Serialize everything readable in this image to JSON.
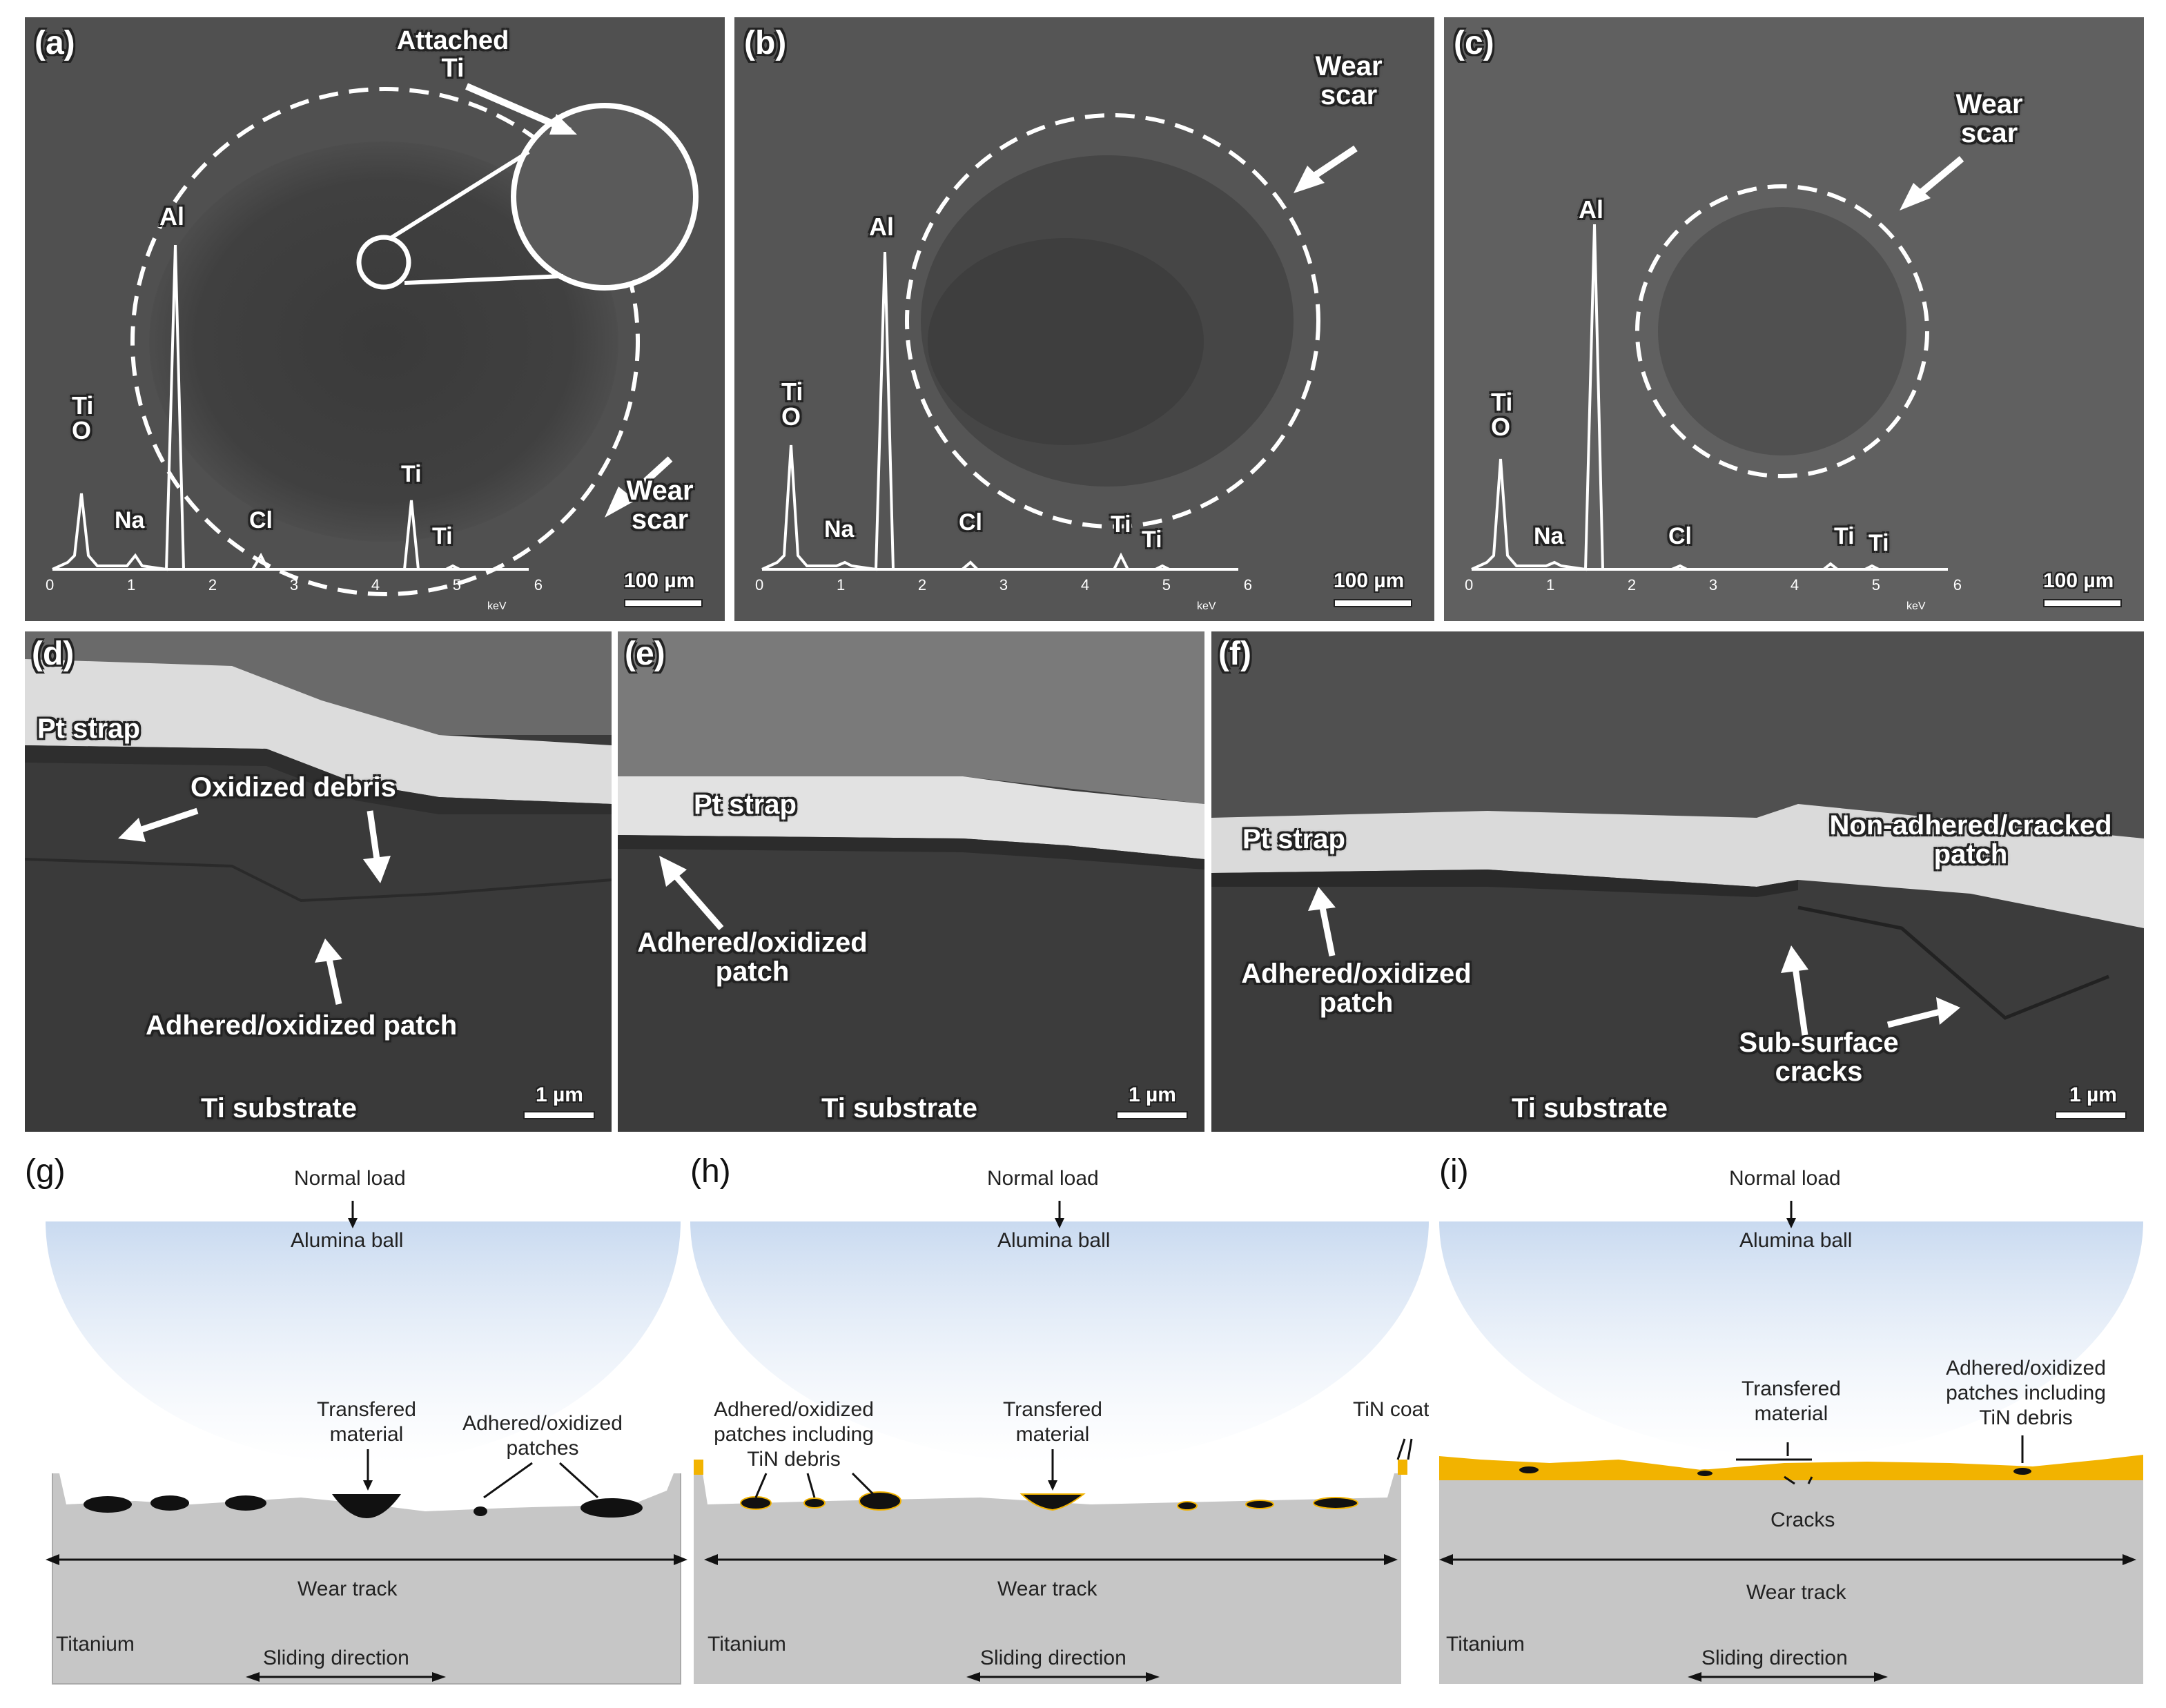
{
  "panels_top": [
    {
      "letter": "(a)",
      "scale": "100 µm",
      "arrow_label_1": "Attached",
      "arrow_label_2": "Ti",
      "wear_1": "Wear",
      "wear_2": "scar"
    },
    {
      "letter": "(b)",
      "scale": "100 µm",
      "wear_1": "Wear",
      "wear_2": "scar"
    },
    {
      "letter": "(c)",
      "scale": "100 µm",
      "wear_1": "Wear",
      "wear_2": "scar"
    }
  ],
  "eds": {
    "elements": [
      "Ti",
      "O",
      "Al",
      "Na",
      "Cl",
      "Ti",
      "Ti"
    ],
    "ticks": [
      "0",
      "1",
      "2",
      "3",
      "4",
      "5",
      "6"
    ],
    "unit": "keV"
  },
  "panels_mid": [
    {
      "letter": "(d)",
      "pt": "Pt strap",
      "debris": "Oxidized debris",
      "patch": "Adhered/oxidized patch",
      "substrate": "Ti substrate",
      "scale": "1 µm"
    },
    {
      "letter": "(e)",
      "pt": "Pt strap",
      "patch_1": "Adhered/oxidized",
      "patch_2": "patch",
      "substrate": "Ti substrate",
      "scale": "1 µm"
    },
    {
      "letter": "(f)",
      "pt": "Pt strap",
      "patch_1": "Adhered/oxidized",
      "patch_2": "patch",
      "nonadhered_1": "Non-adhered/cracked",
      "nonadhered_2": "patch",
      "cracks_1": "Sub-surface",
      "cracks_2": "cracks",
      "substrate": "Ti substrate",
      "scale": "1 µm"
    }
  ],
  "diagrams": [
    {
      "letter": "(g)",
      "load": "Normal load",
      "ball": "Alumina ball",
      "transfer_1": "Transfered",
      "transfer_2": "material",
      "patches_1": "Adhered/oxidized",
      "patches_2": "patches",
      "track": "Wear track",
      "titanium": "Titanium",
      "sliding": "Sliding direction"
    },
    {
      "letter": "(h)",
      "load": "Normal load",
      "ball": "Alumina ball",
      "patches_1": "Adhered/oxidized",
      "patches_2": "patches including",
      "patches_3": "TiN debris",
      "transfer_1": "Transfered",
      "transfer_2": "material",
      "coating": "TiN coating",
      "track": "Wear track",
      "titanium": "Titanium",
      "sliding": "Sliding direction"
    },
    {
      "letter": "(i)",
      "load": "Normal load",
      "ball": "Alumina ball",
      "transfer_1": "Transfered",
      "transfer_2": "material",
      "patches_1": "Adhered/oxidized",
      "patches_2": "patches including",
      "patches_3": "TiN debris",
      "cracks": "Cracks",
      "track": "Wear track",
      "titanium": "Titanium",
      "sliding": "Sliding direction"
    }
  ],
  "colors": {
    "ball": "#c9daf0",
    "titanium": "#c6c6c6",
    "tin": "#f2b300",
    "debris": "#111111"
  }
}
